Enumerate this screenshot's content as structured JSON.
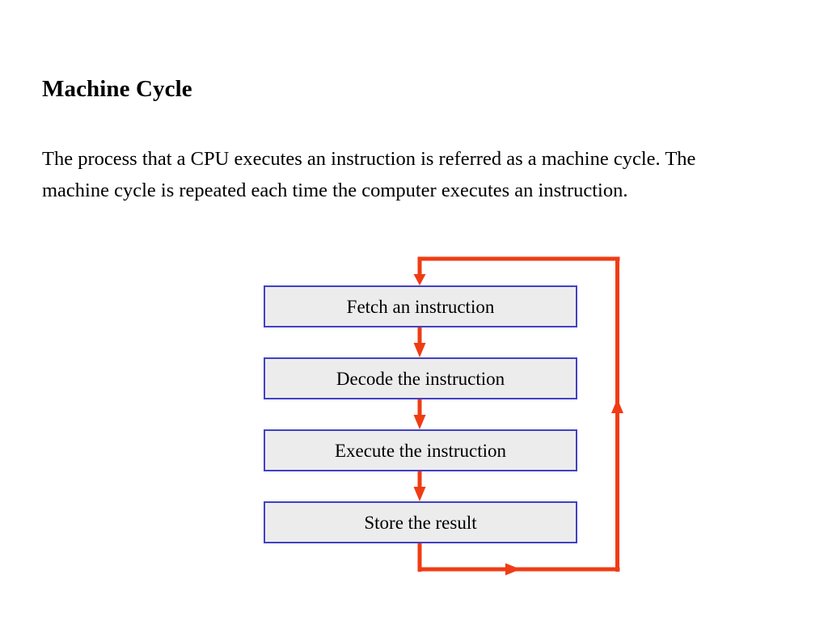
{
  "slide": {
    "title": "Machine Cycle",
    "paragraph": "The process that a CPU executes an instruction is referred as a machine cycle. The machine cycle is repeated each time the computer executes an instruction.",
    "background_color": "#ffffff",
    "text_color": "#000000"
  },
  "diagram": {
    "type": "flowchart-cycle",
    "name": "machine-cycle-flowchart",
    "box_border_color": "#4340c4",
    "box_fill_color": "#ececec",
    "arrow_color": "#f03c14",
    "steps": [
      {
        "index": 1,
        "label": "Fetch an instruction"
      },
      {
        "index": 2,
        "label": "Decode the instruction"
      },
      {
        "index": 3,
        "label": "Execute the instruction"
      },
      {
        "index": 4,
        "label": "Store the result"
      }
    ],
    "connectors": [
      {
        "from": "loop-return",
        "to": "Fetch an instruction",
        "direction": "down"
      },
      {
        "from": "Fetch an instruction",
        "to": "Decode the instruction",
        "direction": "down"
      },
      {
        "from": "Decode the instruction",
        "to": "Execute the instruction",
        "direction": "down"
      },
      {
        "from": "Execute the instruction",
        "to": "Store the result",
        "direction": "down"
      },
      {
        "from": "Store the result",
        "to": "Fetch an instruction",
        "direction": "loop-right-up-left"
      }
    ]
  }
}
